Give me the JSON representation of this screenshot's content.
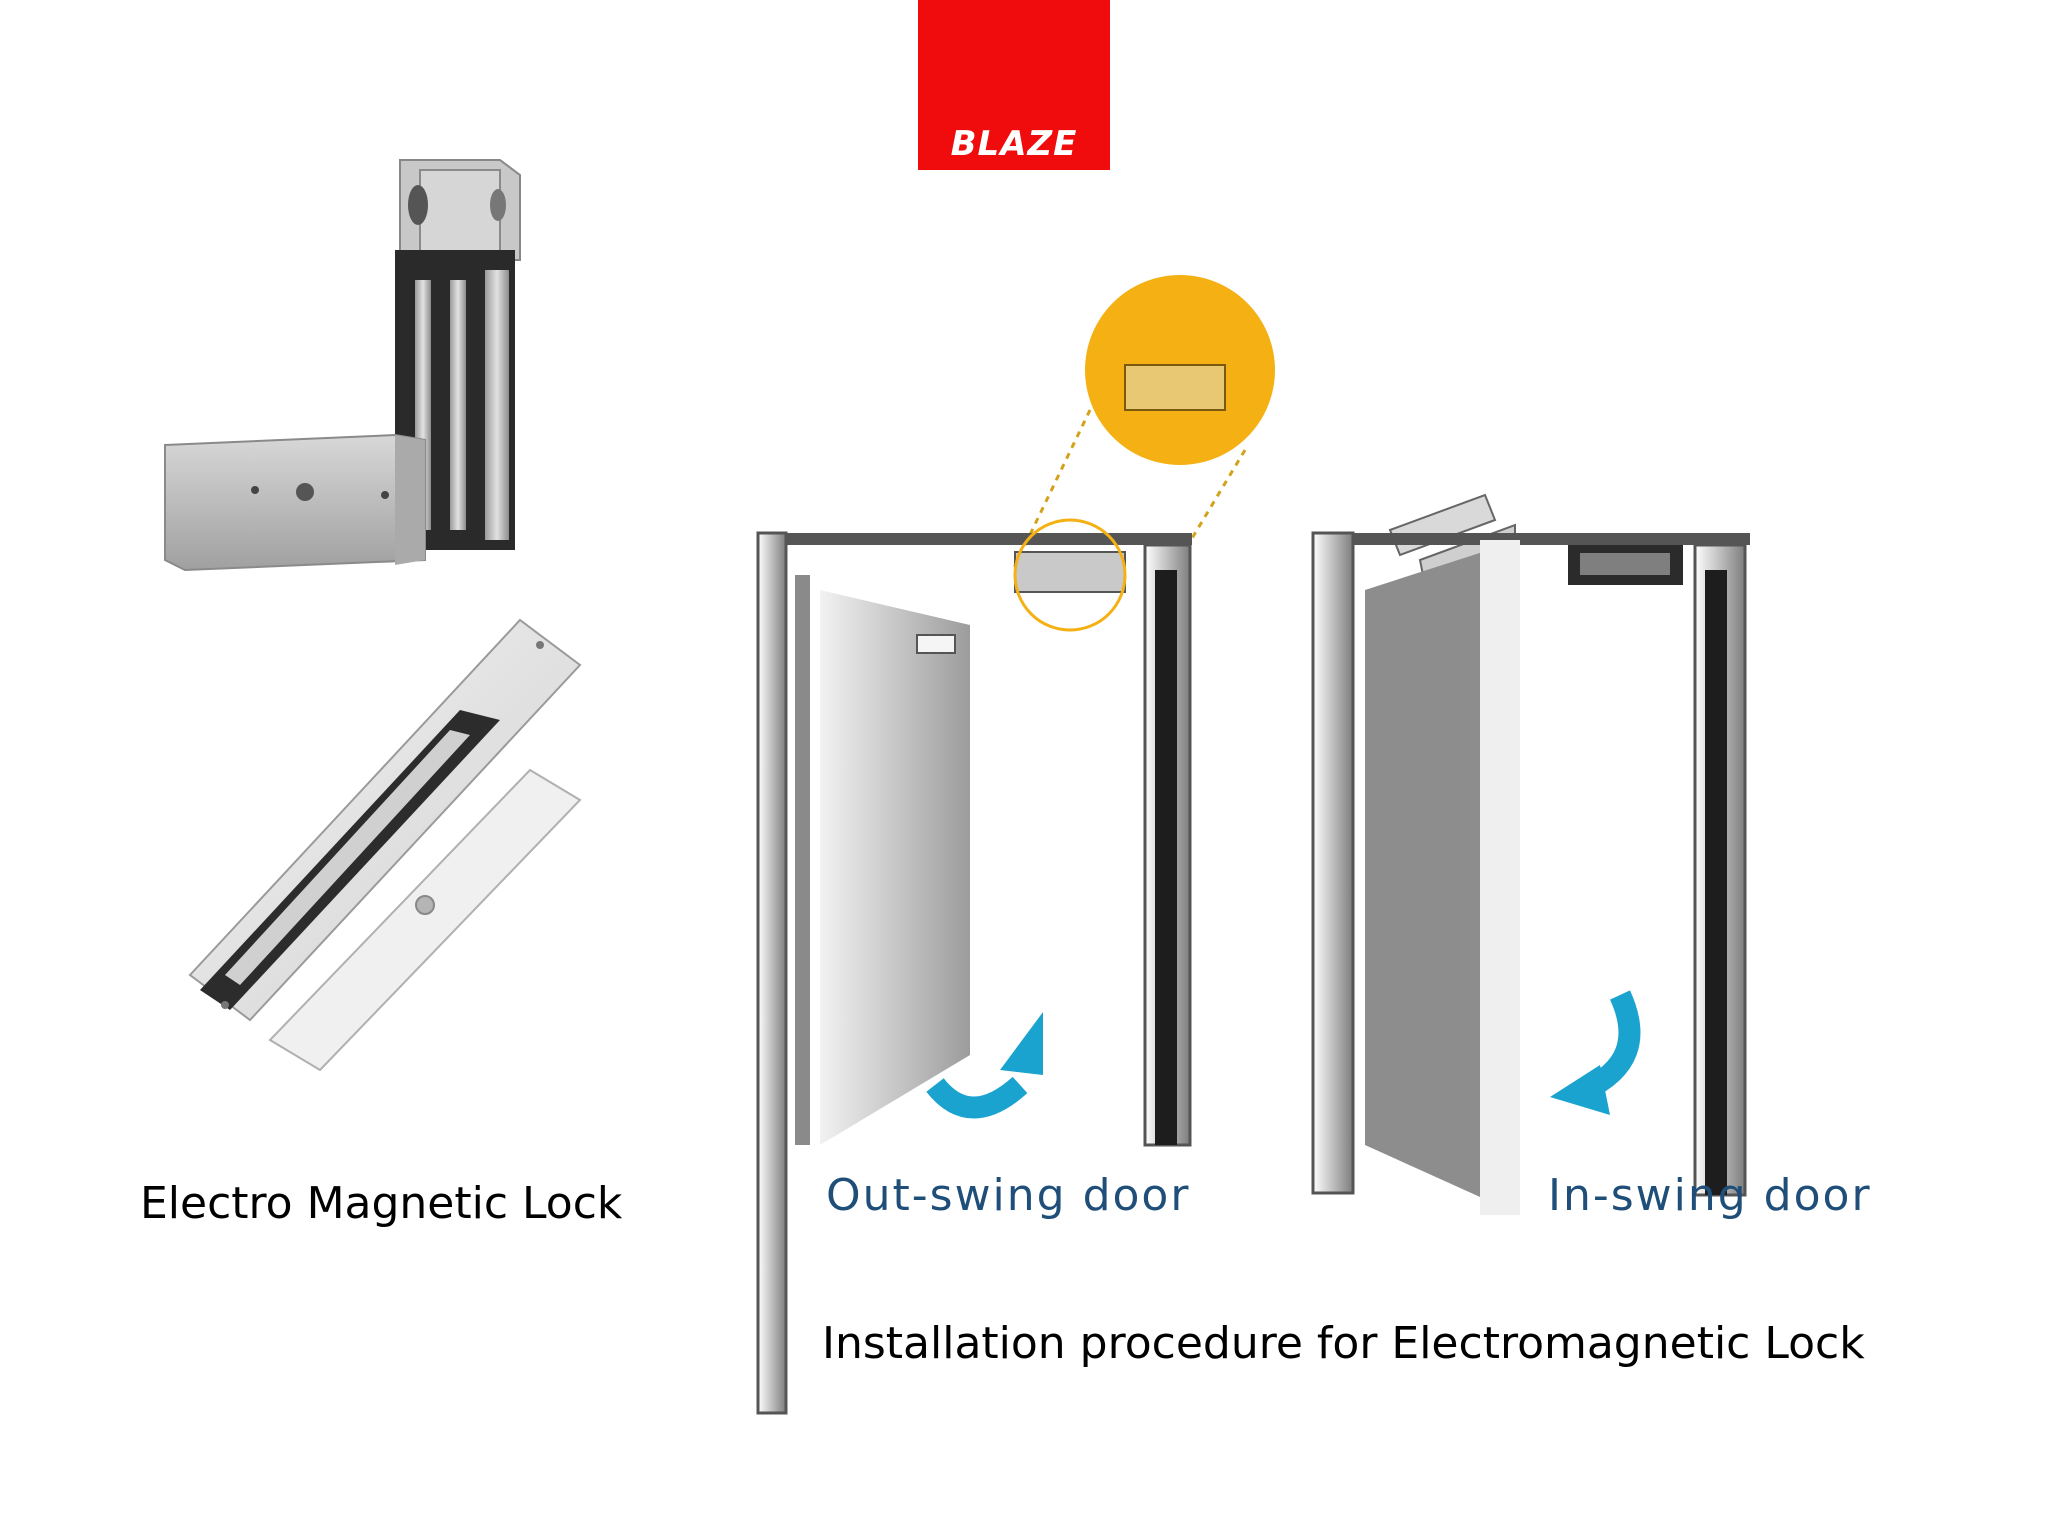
{
  "logo": {
    "text": "BLAZE",
    "color": "#f00c0c"
  },
  "product_caption": "Electro Magnetic Lock",
  "diagram": {
    "outswing_label": "Out-swing door",
    "inswing_label": "In-swing door",
    "caption": "Installation procedure for Electromagnetic Lock",
    "arrow_color": "#1ba3cf",
    "detail_circle_color": "#f5b014"
  }
}
